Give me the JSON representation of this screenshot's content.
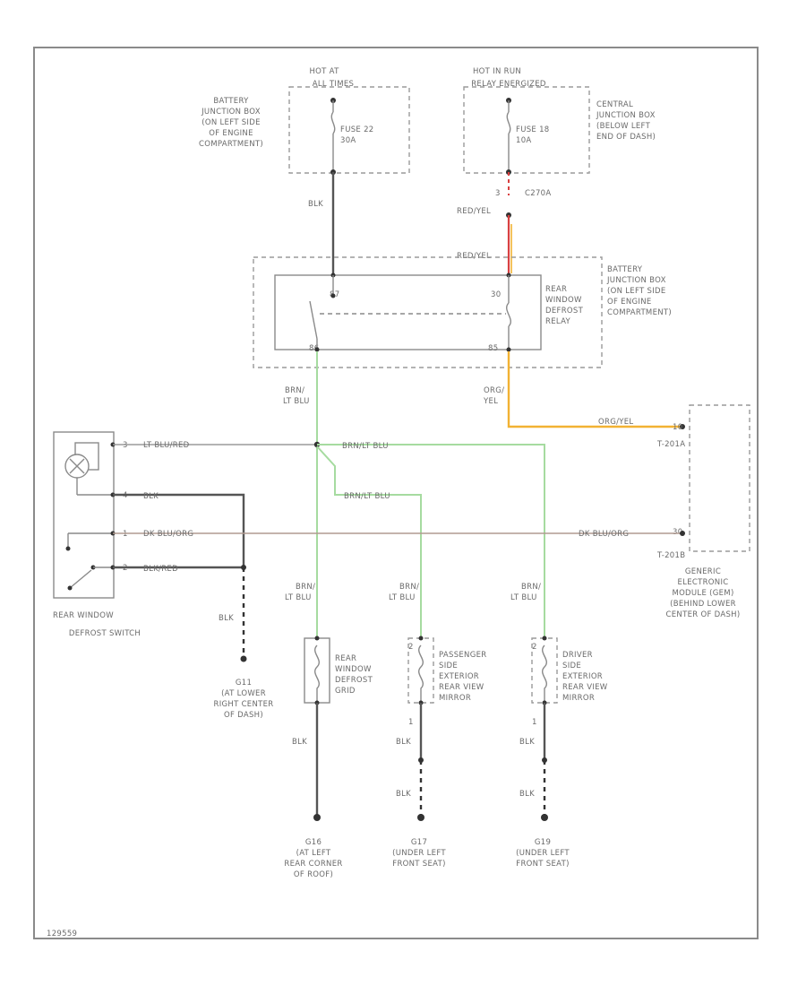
{
  "fuse_box": {
    "hot_label": [
      "HOT AT",
      "ALL TIMES"
    ],
    "fuse_label": [
      "FUSE 22",
      "30A"
    ],
    "location": [
      "BATTERY",
      "JUNCTION BOX",
      "(ON LEFT SIDE",
      "OF ENGINE",
      "COMPARTMENT)"
    ]
  },
  "relay_fuse_box": {
    "hot_label": [
      "HOT IN RUN",
      "RELAY ENERGIZED"
    ],
    "fuse_label": [
      "FUSE 18",
      "10A"
    ],
    "location": [
      "CENTRAL",
      "JUNCTION BOX",
      "(BELOW LEFT",
      "END OF DASH)"
    ]
  },
  "wires": {
    "blk_fuse": "BLK",
    "red_yel_top": "RED/YEL",
    "pin_3": "3",
    "connector_c270a": "C270A",
    "red_yel_relay": "RED/YEL",
    "brn_lt_blu": [
      "BRN/",
      "LT BLU"
    ],
    "org_yel": [
      "ORG/",
      "YEL"
    ],
    "org_yel_h": "ORG/YEL",
    "lt_blu_red": "LT BLU/RED",
    "brn_lt_blu_h1": "BRN/LT BLU",
    "brn_lt_blu_h2": "BRN/LT BLU",
    "blk_switch": "BLK",
    "dk_blu_org": "DK BLU/ORG",
    "blk_red": "BLK/RED",
    "blk_switch_down": "BLK",
    "brn_lt_blu_1": [
      "BRN/",
      "LT BLU"
    ],
    "brn_lt_blu_2": [
      "BRN/",
      "LT BLU"
    ],
    "brn_lt_blu_3": [
      "BRN/",
      "LT BLU"
    ],
    "blk_grid": "BLK",
    "blk_pass": "BLK",
    "blk_pass2": "BLK",
    "blk_drv": "BLK",
    "blk_drv2": "BLK"
  },
  "relay": {
    "pins": [
      "87",
      "30",
      "86",
      "85"
    ],
    "name": [
      "REAR",
      "WINDOW",
      "DEFROST",
      "RELAY"
    ],
    "location": [
      "BATTERY",
      "JUNCTION BOX",
      "(ON LEFT SIDE",
      "OF ENGINE",
      "COMPARTMENT)"
    ]
  },
  "switch": {
    "pins": [
      "3",
      "4",
      "1",
      "2"
    ],
    "name": [
      "REAR WINDOW",
      "DEFROST SWITCH"
    ]
  },
  "gem": {
    "pin_top": "10",
    "conn_top": "T-201A",
    "pin_bottom": "30",
    "conn_bottom": "T-201B",
    "name": [
      "GENERIC",
      "ELECTRONIC",
      "MODULE (GEM)",
      "(BEHIND LOWER",
      "CENTER OF DASH)"
    ]
  },
  "grid": {
    "name": [
      "REAR",
      "WINDOW",
      "DEFROST",
      "GRID"
    ]
  },
  "pass_mirror": {
    "pins": [
      "2",
      "1"
    ],
    "name": [
      "PASSENGER",
      "SIDE",
      "EXTERIOR",
      "REAR VIEW",
      "MIRROR"
    ]
  },
  "drv_mirror": {
    "pins": [
      "2",
      "1"
    ],
    "name": [
      "DRIVER",
      "SIDE",
      "EXTERIOR",
      "REAR VIEW",
      "MIRROR"
    ]
  },
  "grounds": {
    "g1": [
      "G11",
      "(AT LOWER",
      "RIGHT CENTER",
      "OF DASH)"
    ],
    "g2": [
      "G16",
      "(AT LEFT",
      "REAR CORNER",
      "OF ROOF)"
    ],
    "g3": [
      "G17",
      "(UNDER LEFT",
      "FRONT SEAT)"
    ],
    "g4": [
      "G19",
      "(UNDER LEFT",
      "FRONT SEAT)"
    ]
  },
  "footer_code": "129559",
  "colors": {
    "blk_wire": "#555555",
    "red_wire": "#d94040",
    "orange_wire": "#f2b233",
    "green_wire": "#a6dba0",
    "frame": "#8a8a8a"
  }
}
